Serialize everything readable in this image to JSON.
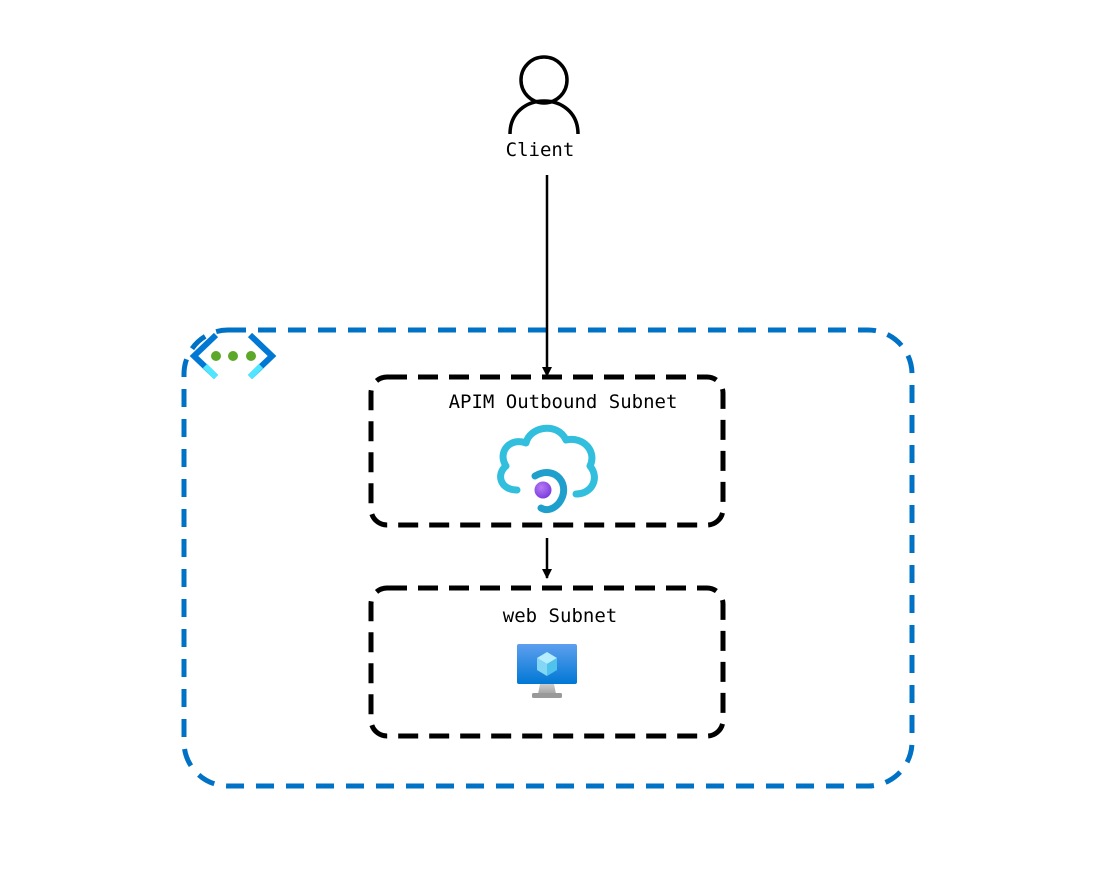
{
  "client": {
    "label": "Client",
    "icon": "user-icon"
  },
  "vnet": {
    "icon": "virtual-network-icon",
    "border_color": "#0072C6"
  },
  "subnets": [
    {
      "label": "APIM Outbound Subnet",
      "icon": "api-management-icon"
    },
    {
      "label": "web Subnet",
      "icon": "virtual-machine-icon"
    }
  ],
  "connections": [
    {
      "from": "Client",
      "to": "APIM Outbound Subnet"
    },
    {
      "from": "APIM Outbound Subnet",
      "to": "web Subnet"
    }
  ]
}
